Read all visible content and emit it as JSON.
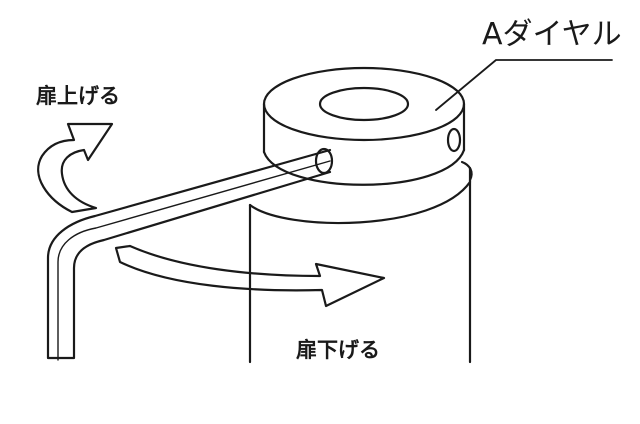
{
  "labels": {
    "dial": "Aダイヤル",
    "raise": "扉上げる",
    "lower": "扉下げる"
  },
  "colors": {
    "line": "#1a1a1a",
    "background": "#ffffff"
  }
}
